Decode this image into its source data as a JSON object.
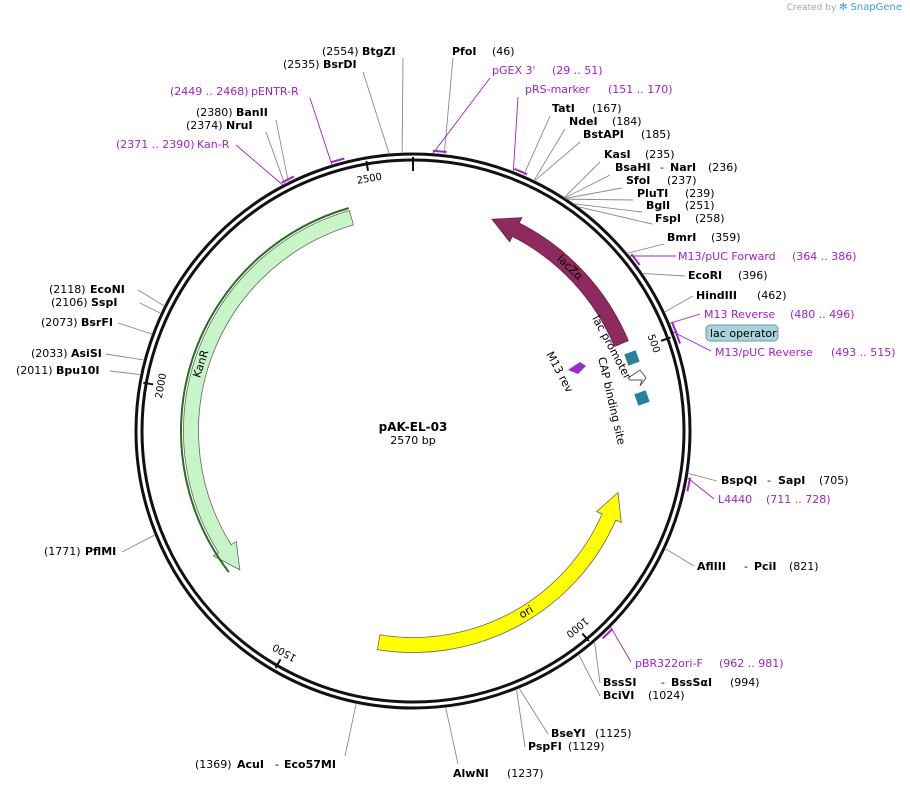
{
  "watermark": {
    "created_by": "Created by",
    "app": "SnapGene"
  },
  "plasmid": {
    "name": "pAK-EL-03",
    "length_label": "2570 bp",
    "length": 2570
  },
  "ticks": [
    {
      "bp": 500,
      "label": "500"
    },
    {
      "bp": 1000,
      "label": "1000"
    },
    {
      "bp": 1500,
      "label": "1500"
    },
    {
      "bp": 2000,
      "label": "2000"
    },
    {
      "bp": 2500,
      "label": "2500"
    }
  ],
  "features": [
    {
      "name": "lacZα",
      "start": 480,
      "end": 146,
      "color": "#8f2a5e",
      "direction": "reverse"
    },
    {
      "name": "ori",
      "start": 1351,
      "end": 762,
      "color": "#ffff00",
      "direction": "reverse"
    },
    {
      "name": "KanR",
      "start": 2455,
      "end": 1651,
      "color": "#c8f5c8",
      "direction": "reverse"
    }
  ],
  "annotations": [
    {
      "name": "lac promoter",
      "kind": "promoter"
    },
    {
      "name": "CAP binding site",
      "kind": "protein-bind"
    },
    {
      "name": "M13 rev",
      "kind": "primer-bind"
    }
  ],
  "lac_operator": "lac operator",
  "enzymes": [
    {
      "pos": "(2554)",
      "name": "BtgZI"
    },
    {
      "pos": "(46)",
      "name": "PfoI"
    },
    {
      "pos": "(2535)",
      "name": "BsrDI"
    },
    {
      "pos": "(167)",
      "name": "TatI"
    },
    {
      "pos": "(184)",
      "name": "NdeI"
    },
    {
      "pos": "(185)",
      "name": "BstAPI"
    },
    {
      "pos": "(235)",
      "name": "KasI"
    },
    {
      "pos": "(236)",
      "name": "BsaHI",
      "name2": "NarI"
    },
    {
      "pos": "(237)",
      "name": "SfoI"
    },
    {
      "pos": "(239)",
      "name": "PluTI"
    },
    {
      "pos": "(251)",
      "name": "BglI"
    },
    {
      "pos": "(258)",
      "name": "FspI"
    },
    {
      "pos": "(359)",
      "name": "BmrI"
    },
    {
      "pos": "(396)",
      "name": "EcoRI"
    },
    {
      "pos": "(462)",
      "name": "HindIII"
    },
    {
      "pos": "(705)",
      "name": "BspQI",
      "name2": "SapI"
    },
    {
      "pos": "(821)",
      "name": "AflIII",
      "name2": "PciI"
    },
    {
      "pos": "(994)",
      "name": "BssSI",
      "name2": "BssSαI"
    },
    {
      "pos": "(1024)",
      "name": "BciVI"
    },
    {
      "pos": "(1125)",
      "name": "BseYI"
    },
    {
      "pos": "(1129)",
      "name": "PspFI"
    },
    {
      "pos": "(1237)",
      "name": "AlwNI"
    },
    {
      "pos": "(1369)",
      "name": "AcuI",
      "name2": "Eco57MI"
    },
    {
      "pos": "(1771)",
      "name": "PflMI"
    },
    {
      "pos": "(2011)",
      "name": "Bpu10I"
    },
    {
      "pos": "(2033)",
      "name": "AsiSI"
    },
    {
      "pos": "(2073)",
      "name": "BsrFI"
    },
    {
      "pos": "(2106)",
      "name": "SspI"
    },
    {
      "pos": "(2118)",
      "name": "EcoNI"
    },
    {
      "pos": "(2374)",
      "name": "NruI"
    },
    {
      "pos": "(2380)",
      "name": "BanII"
    }
  ],
  "primers": [
    {
      "name": "pGEX 3'",
      "range": "(29 .. 51)"
    },
    {
      "name": "pRS-marker",
      "range": "(151 .. 170)"
    },
    {
      "name": "M13/pUC Forward",
      "range": "(364 .. 386)"
    },
    {
      "name": "M13 Reverse",
      "range": "(480 .. 496)"
    },
    {
      "name": "M13/pUC Reverse",
      "range": "(493 .. 515)"
    },
    {
      "name": "L4440",
      "range": "(711 .. 728)"
    },
    {
      "name": "pBR322ori-F",
      "range": "(962 .. 981)"
    },
    {
      "name": "pENTR-R",
      "range": "(2449 .. 2468)"
    },
    {
      "name": "Kan-R",
      "range": "(2371 .. 2390)"
    }
  ]
}
